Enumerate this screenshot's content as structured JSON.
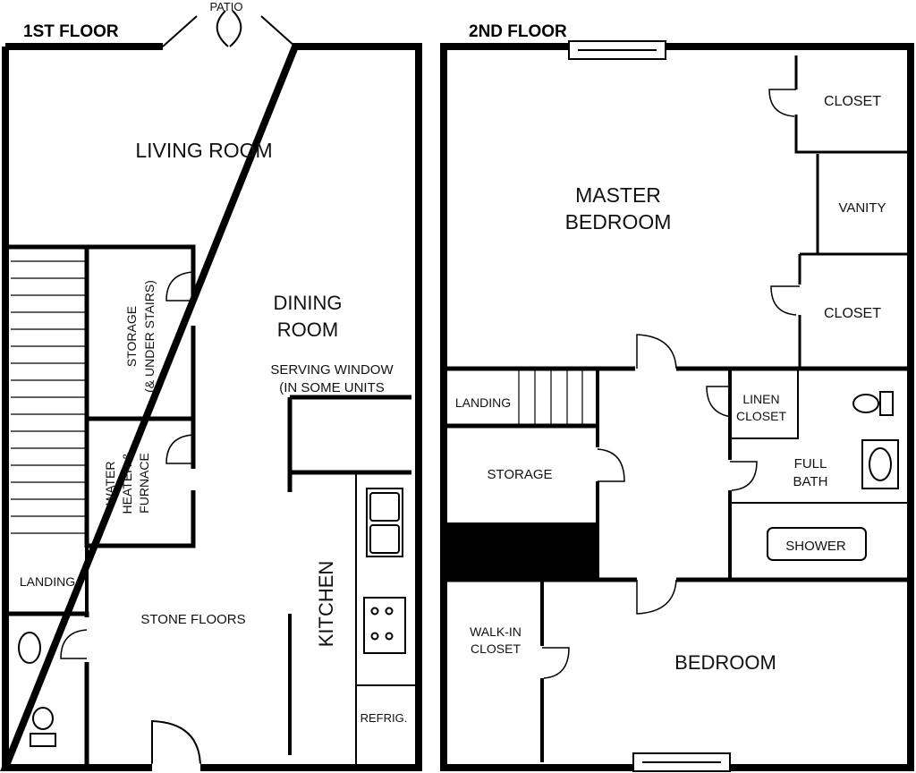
{
  "floor1": {
    "title": "1ST FLOOR",
    "patio": "PATIO",
    "living_room": "LIVING ROOM",
    "dining_room_1": "DINING",
    "dining_room_2": "ROOM",
    "serving_window_1": "SERVING WINDOW",
    "serving_window_2": "(IN SOME UNITS",
    "storage_1": "STORAGE",
    "storage_2": "(& UNDER STAIRS)",
    "water_heater_1": "WATER",
    "water_heater_2": "HEATER &",
    "water_heater_3": "FURNACE",
    "landing": "LANDING",
    "stone_floors": "STONE FLOORS",
    "kitchen": "KITCHEN",
    "refrig": "REFRIG."
  },
  "floor2": {
    "title": "2ND FLOOR",
    "closet_top": "CLOSET",
    "vanity": "VANITY",
    "closet_mid": "CLOSET",
    "master_bedroom_1": "MASTER",
    "master_bedroom_2": "BEDROOM",
    "landing": "LANDING",
    "linen_closet_1": "LINEN",
    "linen_closet_2": "CLOSET",
    "storage": "STORAGE",
    "full_bath_1": "FULL",
    "full_bath_2": "BATH",
    "shower": "SHOWER",
    "walkin_closet_1": "WALK-IN",
    "walkin_closet_2": "CLOSET",
    "bedroom": "BEDROOM"
  }
}
